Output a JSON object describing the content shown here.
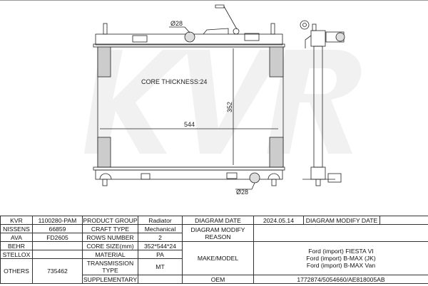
{
  "drawing": {
    "watermark": "KVR",
    "core_thickness": "CORE THICKNESS:24",
    "height_dim": "352",
    "width_dim": "544",
    "inlet_dia": "Ø28",
    "outlet_dia": "Ø28"
  },
  "table": {
    "kvr_label": "KVR",
    "kvr_value": "1100280-PAM",
    "nissens_label": "NISSENS",
    "nissens_value": "66859",
    "ava_label": "AVA",
    "ava_value": "FD2605",
    "behr_label": "BEHR",
    "behr_value": "",
    "stellox_label": "STELLOX",
    "stellox_value": "",
    "others_label": "OTHERS",
    "others_value": "735462",
    "product_group_label": "PRODUCT GROUP",
    "product_group_value": "Radiator",
    "craft_type_label": "CRAFT TYPE",
    "craft_type_value": "Mechanical",
    "rows_number_label": "ROWS NUMBER",
    "rows_number_value": "2",
    "core_size_label": "CORE SIZE(mm)",
    "core_size_value": "352*544*24",
    "material_label": "MATERIAL",
    "material_value": "PA",
    "transmission_label": "TRANSMISSION TYPE",
    "transmission_value": "MT",
    "supplementary_label": "SUPPLEMENTARY",
    "supplementary_value": "",
    "diagram_date_label": "DIAGRAM DATE",
    "diagram_date_value": "2024.05.14",
    "diagram_modify_date_label": "DIAGRAM MODIFY DATE",
    "diagram_modify_date_value": "",
    "modify_reason_label": "DIAGRAM MODIFY REASON",
    "modify_reason_value": "",
    "make_model_label": "MAKE/MODEL",
    "make_model_values": [
      "Ford (import) FIESTA VI",
      "Ford (import) B-MAX (JK)",
      "Ford (import) B-MAX Van"
    ],
    "oem_label": "OEM",
    "oem_value": "1772874/5054660/AE818005AB"
  }
}
